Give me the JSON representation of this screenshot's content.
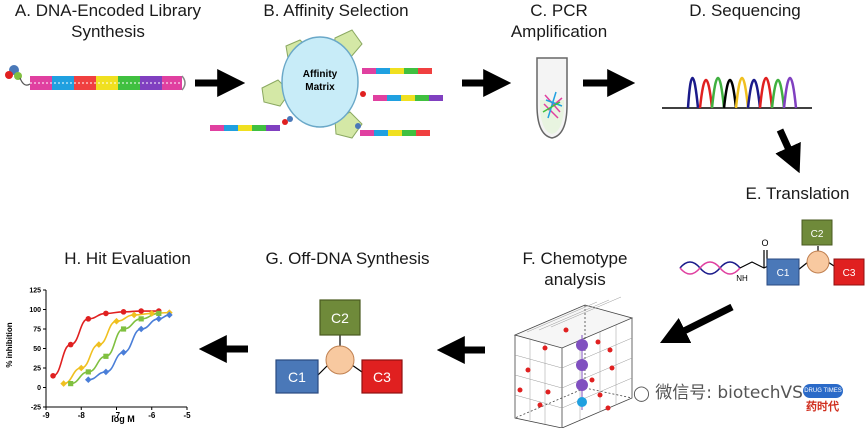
{
  "stages": {
    "a": {
      "line1": "A. DNA-Encoded Library",
      "line2": "Synthesis"
    },
    "b": {
      "line1": "B. Affinity Selection"
    },
    "c": {
      "line1": "C. PCR",
      "line2": "Amplification"
    },
    "d": {
      "line1": "D. Sequencing"
    },
    "e": {
      "line1": "E. Translation"
    },
    "f": {
      "line1": "F. Chemotype",
      "line2": "analysis"
    },
    "g": {
      "line1": "G. Off-DNA Synthesis"
    },
    "h": {
      "line1": "H. Hit Evaluation"
    }
  },
  "affinity_matrix": {
    "line1": "Affinity",
    "line2": "Matrix"
  },
  "translation": {
    "c1": "C1",
    "c2": "C2",
    "c3": "C3",
    "amide_o": "O",
    "amide_nh": "NH"
  },
  "offdna": {
    "c1": "C1",
    "c2": "C2",
    "c3": "C3"
  },
  "colors": {
    "c1": "#4a78b8",
    "c2": "#6f8a3a",
    "c3": "#e02020",
    "node": "#f8c9a0",
    "matrix": "#c8ecf8",
    "polygon": "#d4e8a6"
  },
  "chart_data": {
    "type": "scatter",
    "xlabel": "log M",
    "ylabel": "% inhibition",
    "xlim": [
      -9,
      -5
    ],
    "ylim": [
      -25,
      125
    ],
    "xticks": [
      "-9",
      "-8",
      "-7",
      "-6",
      "-5"
    ],
    "yticks": [
      "-25",
      "0",
      "25",
      "50",
      "75",
      "100",
      "125"
    ],
    "series": [
      {
        "color": "#e02020",
        "marker": "circle",
        "x": [
          -8.8,
          -8.3,
          -7.8,
          -7.3,
          -6.8,
          -6.3,
          -5.8
        ],
        "y": [
          15,
          55,
          88,
          95,
          97,
          98,
          98
        ]
      },
      {
        "color": "#f0c020",
        "marker": "diamond",
        "x": [
          -8.5,
          -8.0,
          -7.5,
          -7.0,
          -6.5,
          -6.0,
          -5.5
        ],
        "y": [
          5,
          25,
          55,
          85,
          93,
          95,
          96
        ]
      },
      {
        "color": "#80c040",
        "marker": "square",
        "x": [
          -8.3,
          -7.8,
          -7.3,
          -6.8,
          -6.3,
          -5.8
        ],
        "y": [
          5,
          20,
          40,
          75,
          88,
          95
        ]
      },
      {
        "color": "#4a7ed8",
        "marker": "diamond",
        "x": [
          -7.8,
          -7.3,
          -6.8,
          -6.3,
          -5.8,
          -5.5
        ],
        "y": [
          10,
          20,
          45,
          75,
          88,
          93
        ]
      }
    ]
  },
  "watermark": {
    "text": "微信号: biotechVS",
    "badge": "药时代",
    "logo": "DRUG TIMES"
  }
}
